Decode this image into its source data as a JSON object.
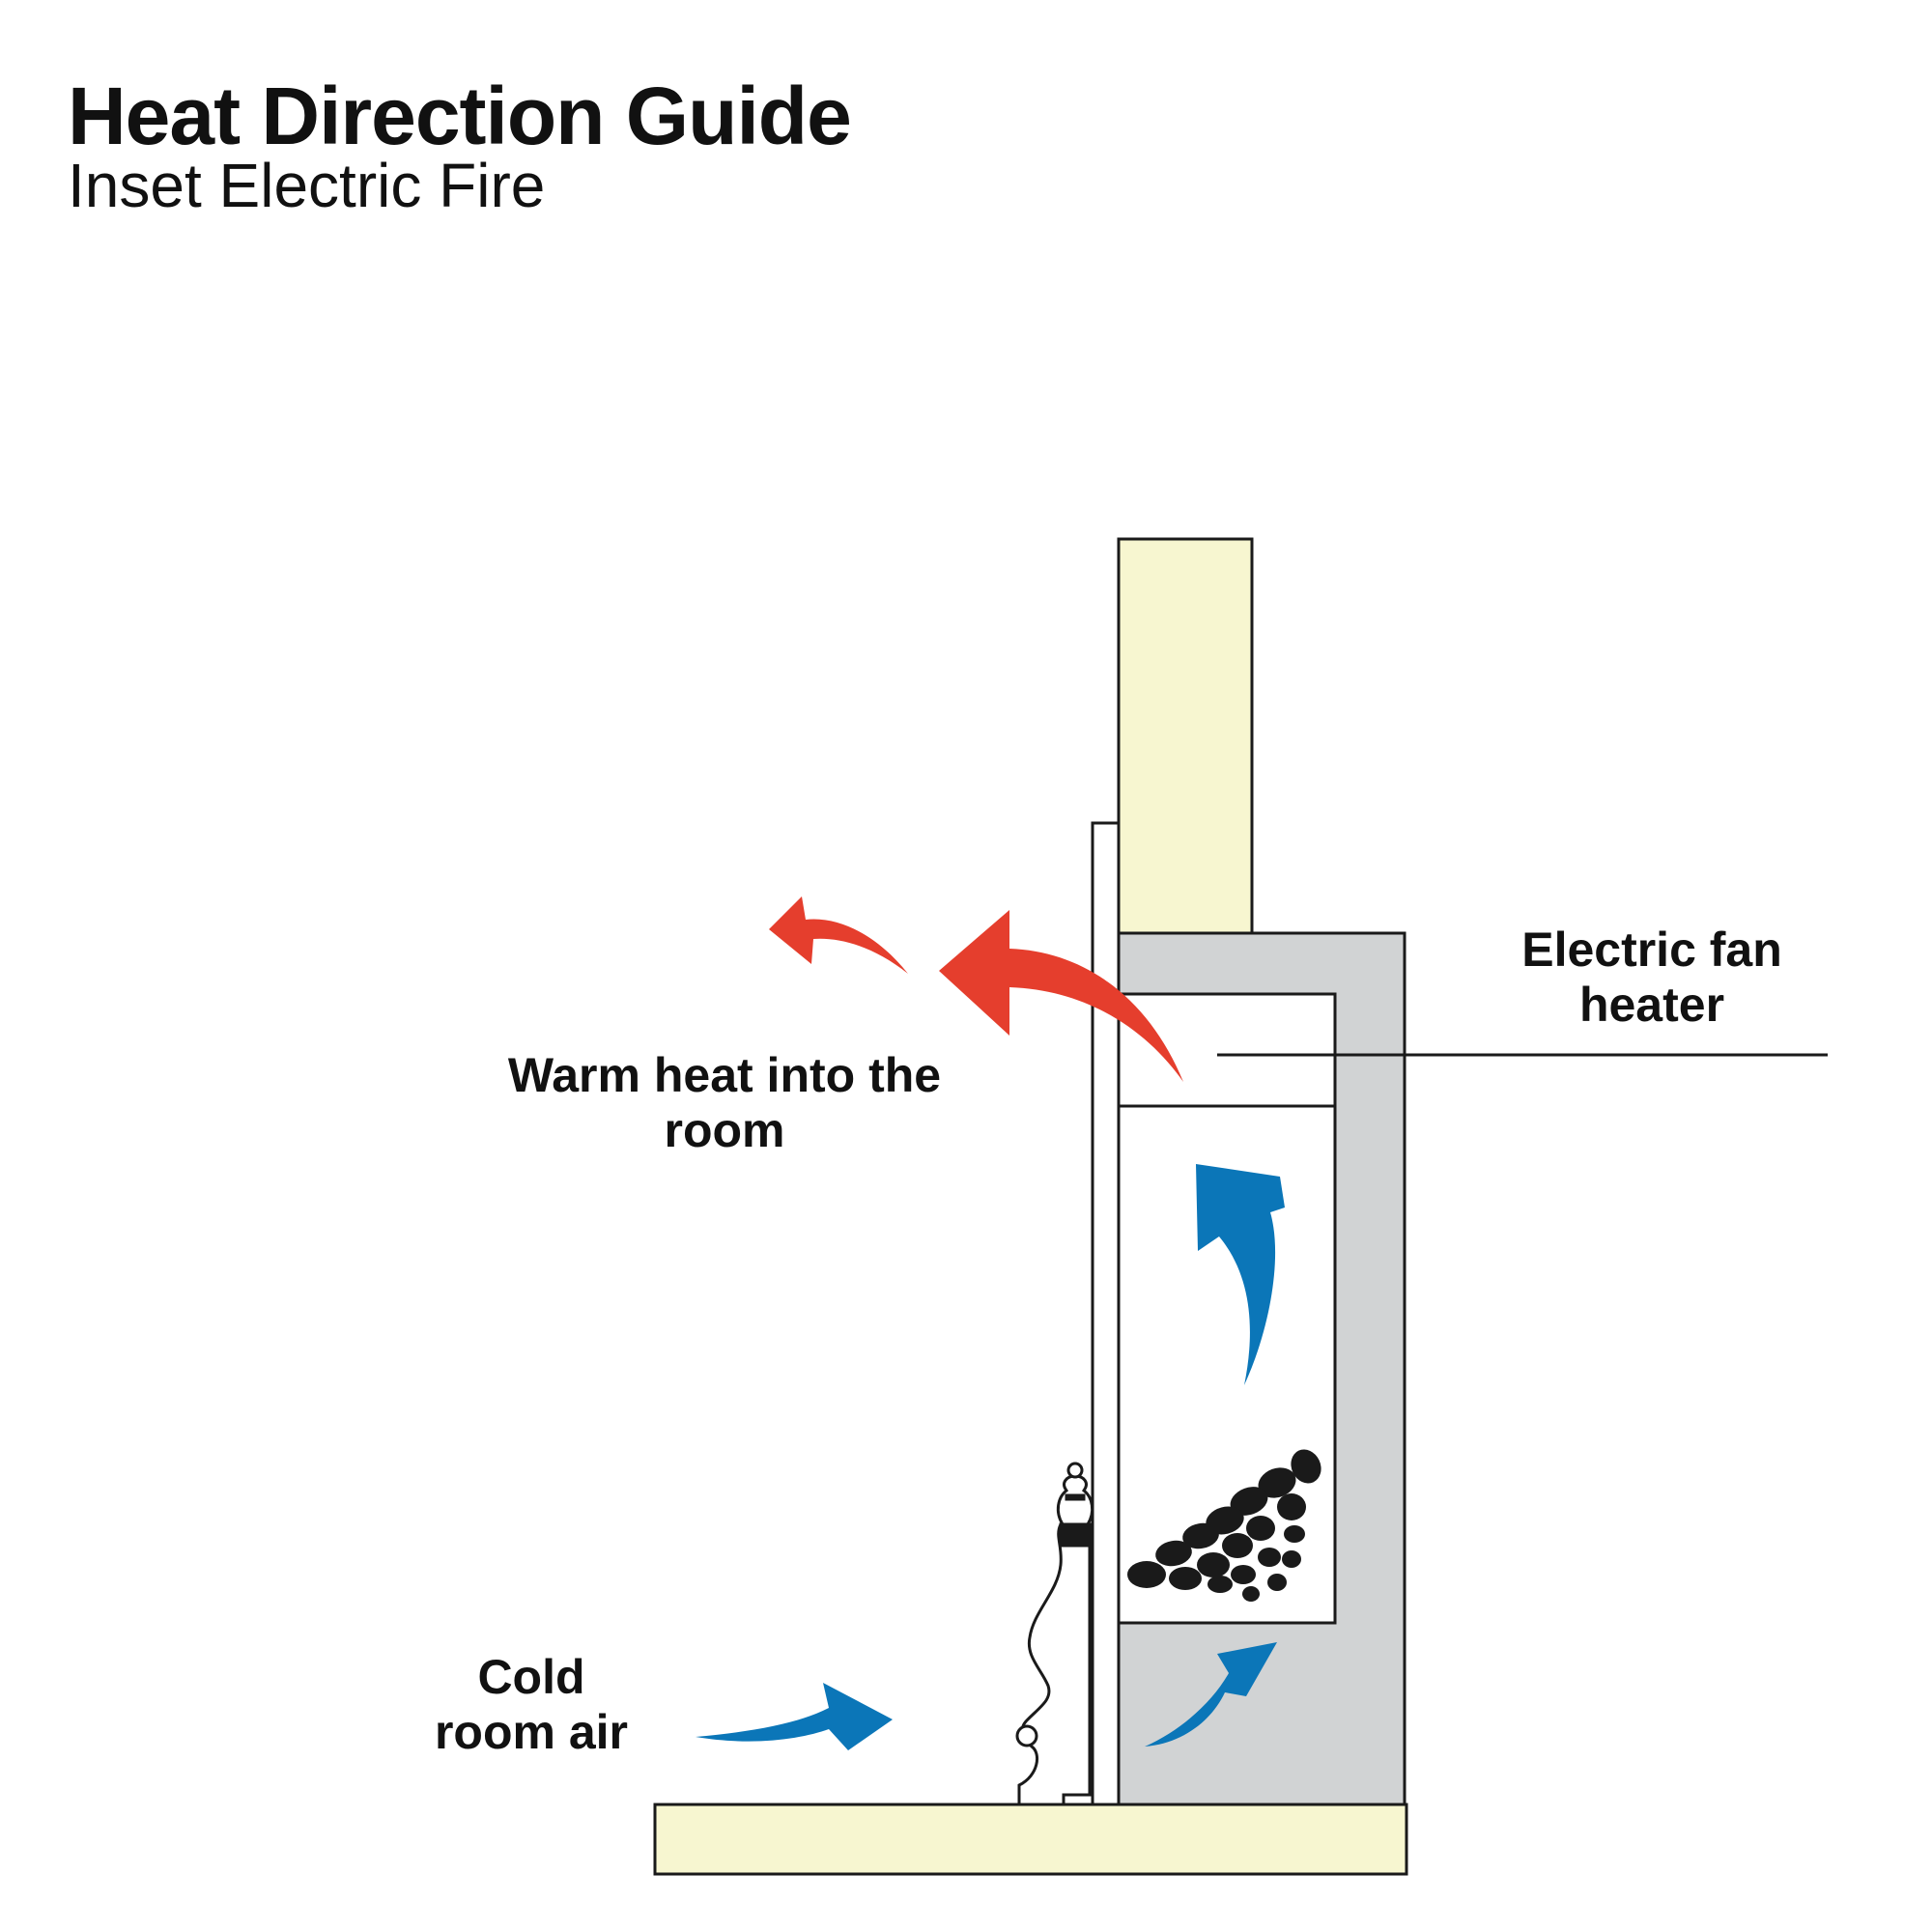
{
  "header": {
    "title": "Heat Direction Guide",
    "subtitle": "Inset Electric Fire"
  },
  "labels": {
    "warm_heat": [
      "Warm heat into the",
      "room"
    ],
    "cold_air": [
      "Cold",
      "room air"
    ],
    "fan_heater": [
      "Electric fan",
      "heater"
    ]
  },
  "colors": {
    "wall": "#f7f6d0",
    "casing": "#d1d3d4",
    "warm_arrow": "#e53e2d",
    "cold_arrow": "#0b76b8",
    "outline": "#1a1a1a",
    "coals": "#1a1a1a"
  },
  "icons": {
    "warm_arrows": "curved-arrow",
    "cold_arrows": "curved-arrow",
    "coal_bed": "coals",
    "hearth_ornament": "fender-post"
  }
}
